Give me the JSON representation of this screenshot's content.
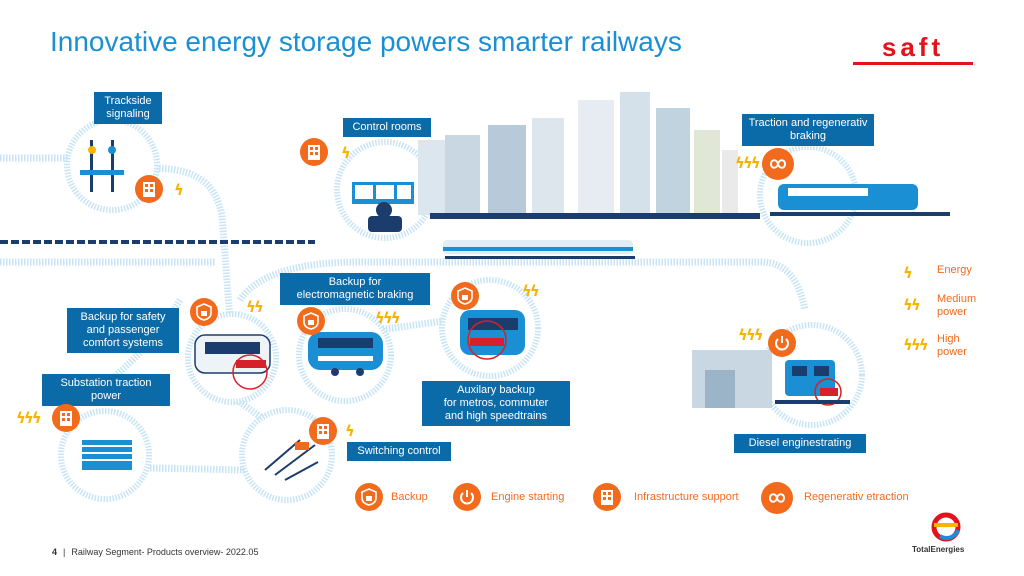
{
  "title": "Innovative energy storage powers smarter railways",
  "brand": {
    "name": "SAFT",
    "color": "#e3121b"
  },
  "colors": {
    "accent": "#f26b1d",
    "label_bg": "#0b6aa8",
    "title": "#1a8fd3",
    "bolt": "#f5b400"
  },
  "applications": {
    "trackside": "Trackside\nsignaling",
    "control_rooms": "Control rooms",
    "traction": "Traction and regenerativ\nbraking",
    "backup_em": "Backup for\nelectromagnetic braking",
    "backup_safety": "Backup for safety\nand passenger\ncomfort systems",
    "substation": "Substation traction\npower",
    "auxiliary": "Auxilary backup\nfor metros, commuter\nand high speedtrains",
    "switching": "Switching control",
    "diesel": "Diesel enginestrating"
  },
  "power_legend": [
    {
      "bolts": "ϟ",
      "label": "Energy"
    },
    {
      "bolts": "ϟϟ",
      "label": "Medium\npower"
    },
    {
      "bolts": "ϟϟϟ",
      "label": "High\npower"
    }
  ],
  "categories": [
    {
      "icon": "shield-lock-icon",
      "label": "Backup"
    },
    {
      "icon": "power-icon",
      "label": "Engine starting"
    },
    {
      "icon": "building-icon",
      "label": "Infrastructure support"
    },
    {
      "icon": "infinity-icon",
      "label": "Regenerativ etraction"
    }
  ],
  "footer": {
    "page": "4",
    "separator": "|",
    "text": "Railway Segment- Products overview- 2022.05"
  },
  "partner": {
    "name": "TotalEnergies"
  }
}
